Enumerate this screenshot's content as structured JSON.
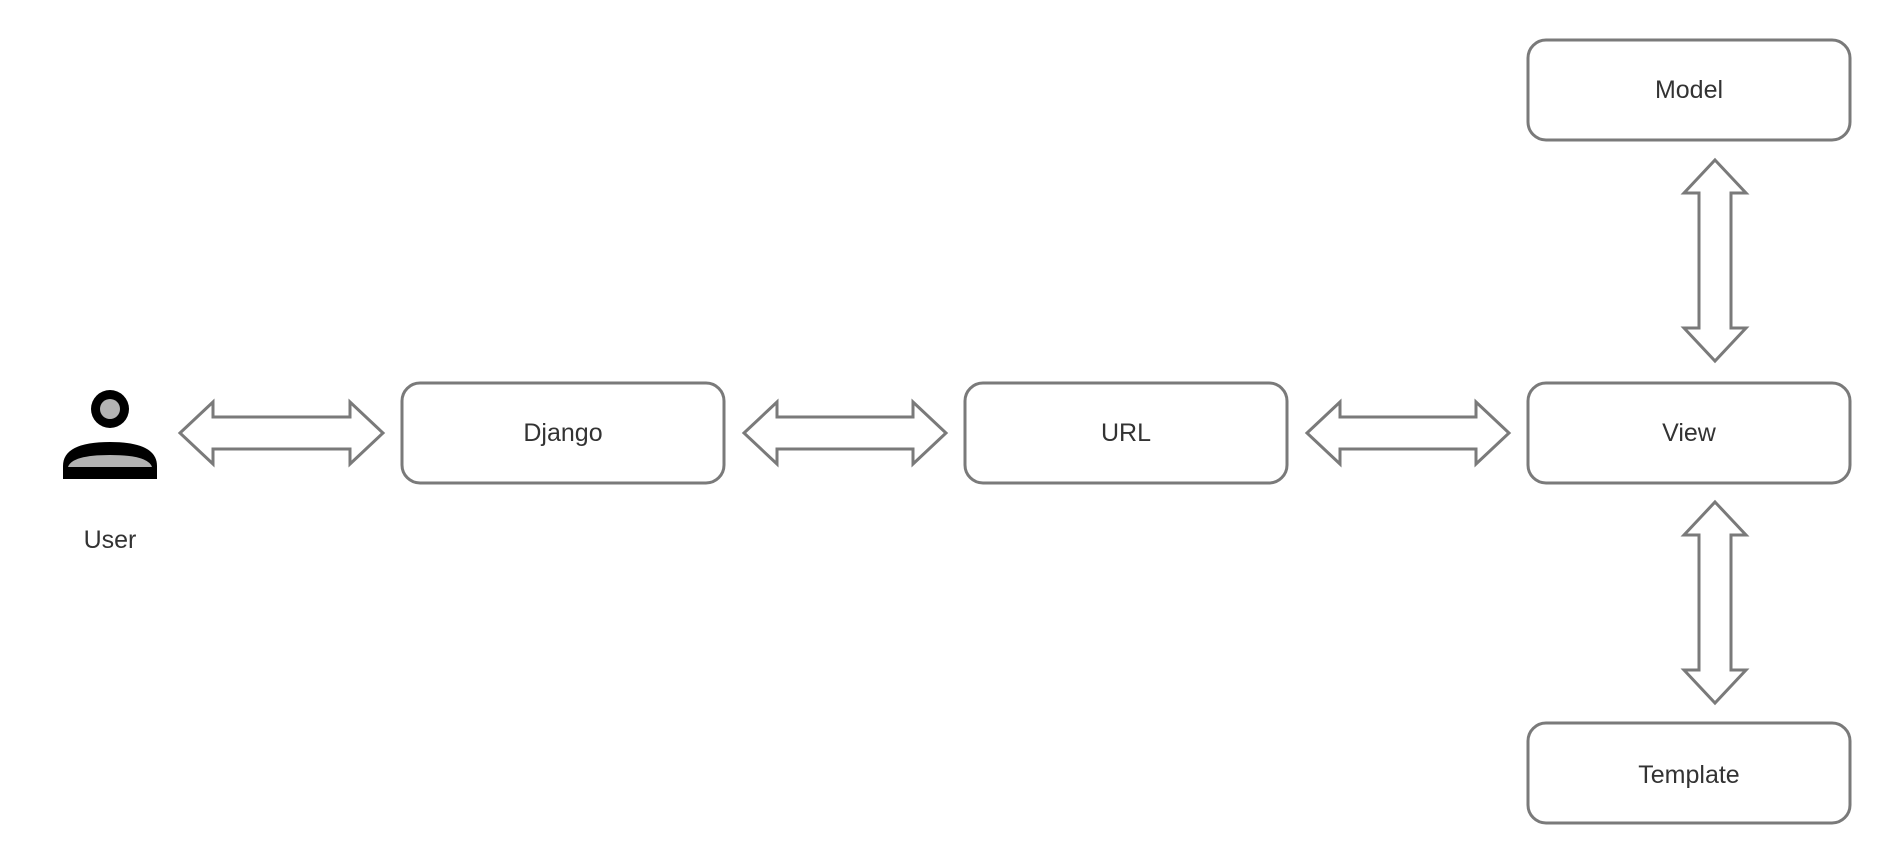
{
  "actor": {
    "label": "User",
    "icon": "user-icon"
  },
  "nodes": {
    "django": "Django",
    "url": "URL",
    "view": "View",
    "model": "Model",
    "template": "Template"
  },
  "connectors": [
    {
      "from": "User",
      "to": "Django",
      "direction": "bidirectional"
    },
    {
      "from": "Django",
      "to": "URL",
      "direction": "bidirectional"
    },
    {
      "from": "URL",
      "to": "View",
      "direction": "bidirectional"
    },
    {
      "from": "Model",
      "to": "View",
      "direction": "bidirectional"
    },
    {
      "from": "View",
      "to": "Template",
      "direction": "bidirectional"
    }
  ],
  "colors": {
    "box_stroke": "#7a7a7a",
    "arrow_stroke": "#7a7a7a",
    "text": "#333333",
    "icon_dark": "#000000",
    "icon_fill": "#b3b3b3"
  }
}
